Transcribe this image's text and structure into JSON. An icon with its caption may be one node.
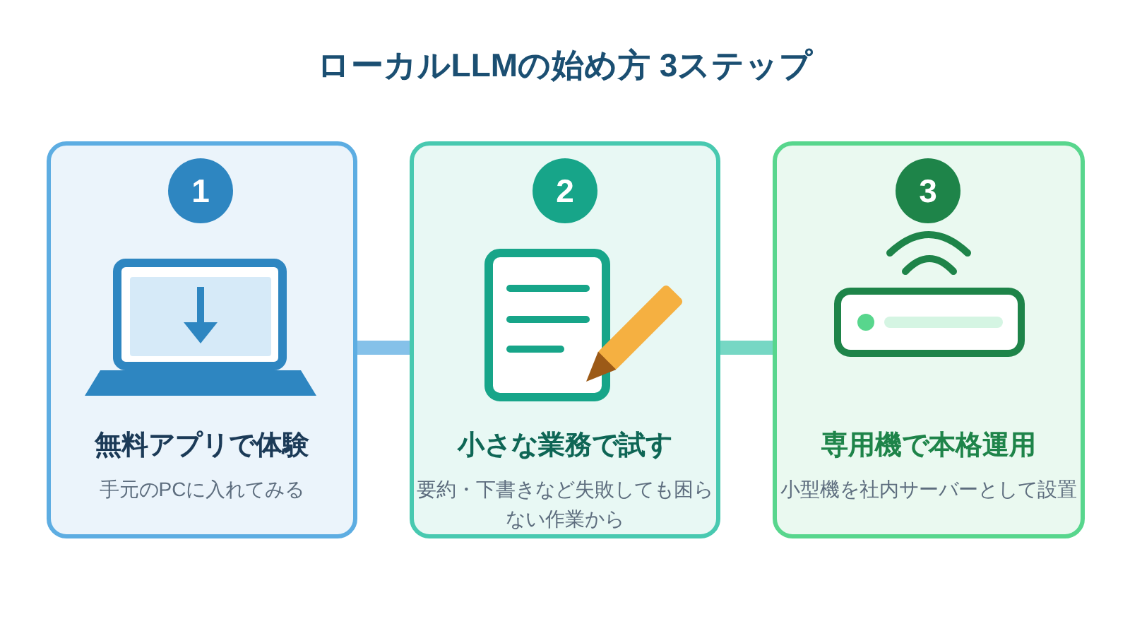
{
  "diagram": {
    "title": "ローカルLLMの始め方 3ステップ",
    "nodes": [
      {
        "text": [
          "無料アプリで体験",
          "手元のPCに入れてみる"
        ]
      },
      {
        "text": [
          "1"
        ],
        "in": 0
      },
      {
        "text": [
          "小さな業務で試す",
          "要約・下書きなど失敗しても困らない作業から"
        ]
      },
      {
        "text": [
          "2"
        ],
        "in": 2
      },
      {
        "text": [
          "専用機で本格運用",
          "小型機を社内サーバーとして設置"
        ]
      },
      {
        "text": [
          "3"
        ],
        "in": 4
      }
    ],
    "edges": [
      {
        "from": 0,
        "to": 2,
        "arrow": "none",
        "color": "#85c1e9"
      },
      {
        "from": 2,
        "to": 4,
        "arrow": "none",
        "color": "#76d7c4"
      }
    ]
  }
}
